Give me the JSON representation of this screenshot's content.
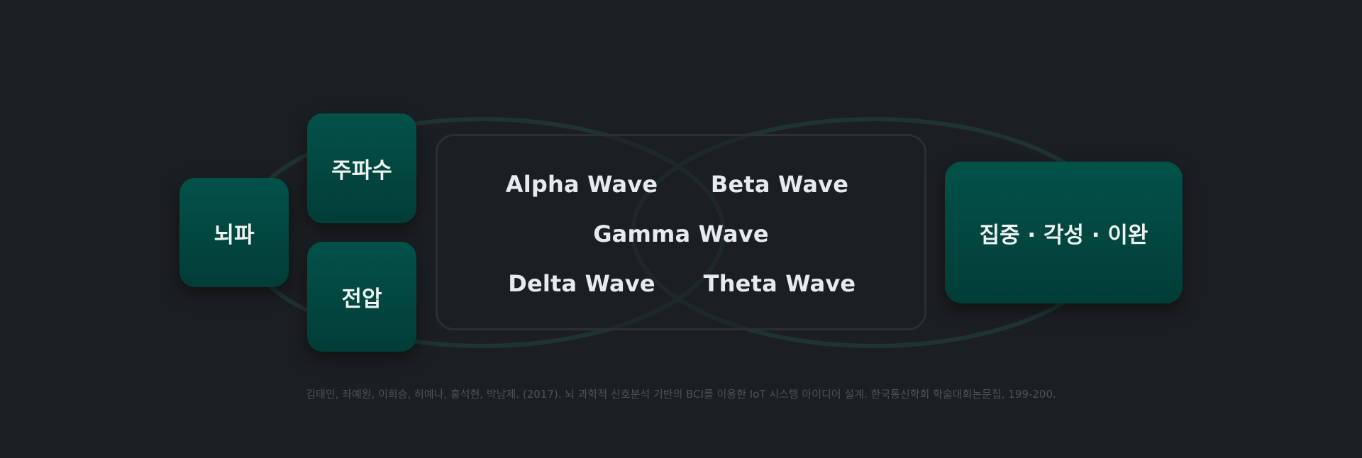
{
  "nodes": {
    "brainwave": "뇌파",
    "frequency": "주파수",
    "voltage": "전압",
    "result": "집중 · 각성 · 이완"
  },
  "waves": {
    "alpha": "Alpha Wave",
    "beta": "Beta Wave",
    "gamma": "Gamma Wave",
    "delta": "Delta Wave",
    "theta": "Theta Wave"
  },
  "citation": "김태인, 좌예원, 이희승, 허예나, 홍석현, 박남제. (2017). 뇌 과학적 신호분석 기반의 BCI를 이용한 IoT 시스템 아이디어 설계. 한국통신학회 학술대회논문집, 199-200.",
  "colors": {
    "background": "#1c1f22",
    "node_fill": "#02524a",
    "ellipse_stroke": "#1f3432",
    "wave_text": "#e8ebee",
    "citation_text": "#4d5257"
  }
}
